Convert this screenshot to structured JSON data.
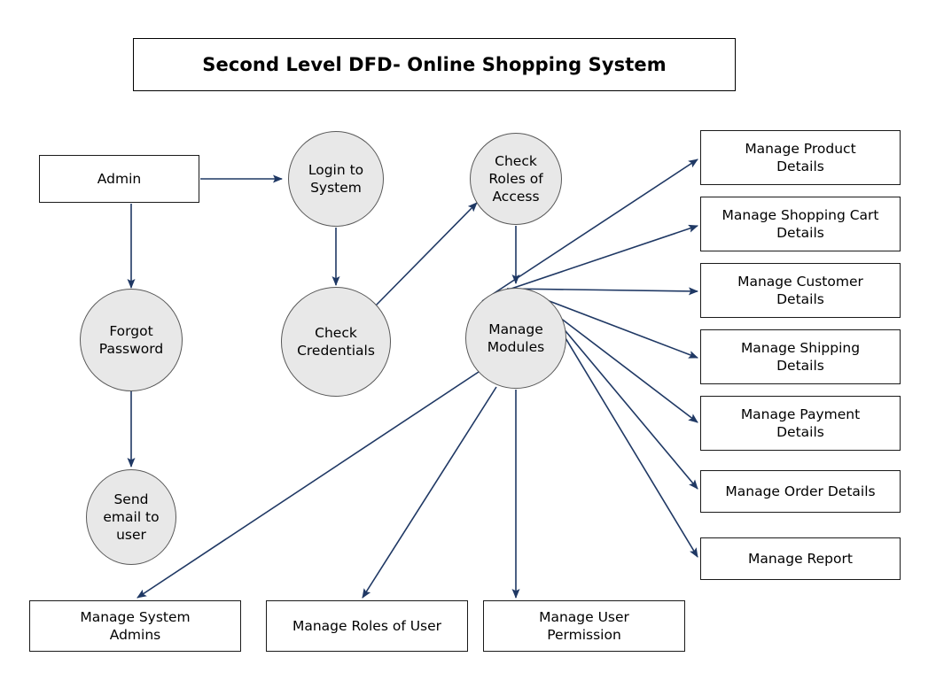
{
  "diagram": {
    "title": "Second Level DFD- Online Shopping System",
    "type": "data-flow-diagram",
    "colors": {
      "edge": "#1f3864",
      "process_fill": "#e8e8e8",
      "process_stroke": "#595959",
      "entity_fill": "#ffffff",
      "entity_stroke": "#1a1a1a",
      "text": "#000000",
      "background": "#ffffff"
    }
  },
  "nodes": {
    "admin": {
      "label": "Admin",
      "shape": "rectangle"
    },
    "login_to_system": {
      "label": "Login to\nSystem",
      "line1": "Login to",
      "line2": "System",
      "shape": "circle"
    },
    "forgot_password": {
      "label": "Forgot\nPassword",
      "line1": "Forgot",
      "line2": "Password",
      "shape": "circle"
    },
    "check_credentials": {
      "label": "Check\nCredentials",
      "line1": "Check",
      "line2": "Credentials",
      "shape": "circle"
    },
    "send_email_to_user": {
      "label": "Send email to user",
      "line1": "Send",
      "line2": "email to",
      "line3": "user",
      "shape": "circle"
    },
    "check_roles_of_access": {
      "label": "Check Roles of Access",
      "line1": "Check",
      "line2": "Roles of",
      "line3": "Access",
      "shape": "circle"
    },
    "manage_modules": {
      "label": "Manage Modules",
      "line1": "Manage",
      "line2": "Modules",
      "shape": "circle"
    },
    "manage_product_details": {
      "label": "Manage Product\nDetails",
      "line1": "Manage Product",
      "line2": "Details",
      "shape": "rectangle"
    },
    "manage_shopping_cart_details": {
      "label": "Manage Shopping Cart\nDetails",
      "line1": "Manage Shopping Cart",
      "line2": "Details",
      "shape": "rectangle"
    },
    "manage_customer_details": {
      "label": "Manage Customer\nDetails",
      "line1": "Manage Customer",
      "line2": "Details",
      "shape": "rectangle"
    },
    "manage_shipping_details": {
      "label": "Manage Shipping\nDetails",
      "line1": "Manage Shipping",
      "line2": "Details",
      "shape": "rectangle"
    },
    "manage_payment_details": {
      "label": "Manage Payment\nDetails",
      "line1": "Manage Payment",
      "line2": "Details",
      "shape": "rectangle"
    },
    "manage_order_details": {
      "label": "Manage Order Details",
      "line1": "Manage Order Details",
      "shape": "rectangle"
    },
    "manage_report": {
      "label": "Manage Report",
      "line1": "Manage Report",
      "shape": "rectangle"
    },
    "manage_system_admins": {
      "label": "Manage System\nAdmins",
      "line1": "Manage System",
      "line2": "Admins",
      "shape": "rectangle"
    },
    "manage_roles_of_user": {
      "label": "Manage Roles of User",
      "line1": "Manage Roles of User",
      "shape": "rectangle"
    },
    "manage_user_permission": {
      "label": "Manage User\nPermission",
      "line1": "Manage User",
      "line2": "Permission",
      "shape": "rectangle"
    }
  },
  "edges": [
    {
      "from": "admin",
      "to": "login_to_system"
    },
    {
      "from": "admin",
      "to": "forgot_password"
    },
    {
      "from": "forgot_password",
      "to": "send_email_to_user"
    },
    {
      "from": "login_to_system",
      "to": "check_credentials"
    },
    {
      "from": "check_credentials",
      "to": "check_roles_of_access"
    },
    {
      "from": "check_roles_of_access",
      "to": "manage_modules"
    },
    {
      "from": "manage_modules",
      "to": "manage_product_details"
    },
    {
      "from": "manage_modules",
      "to": "manage_shopping_cart_details"
    },
    {
      "from": "manage_modules",
      "to": "manage_customer_details"
    },
    {
      "from": "manage_modules",
      "to": "manage_shipping_details"
    },
    {
      "from": "manage_modules",
      "to": "manage_payment_details"
    },
    {
      "from": "manage_modules",
      "to": "manage_order_details"
    },
    {
      "from": "manage_modules",
      "to": "manage_report"
    },
    {
      "from": "manage_modules",
      "to": "manage_system_admins"
    },
    {
      "from": "manage_modules",
      "to": "manage_roles_of_user"
    },
    {
      "from": "manage_modules",
      "to": "manage_user_permission"
    }
  ]
}
